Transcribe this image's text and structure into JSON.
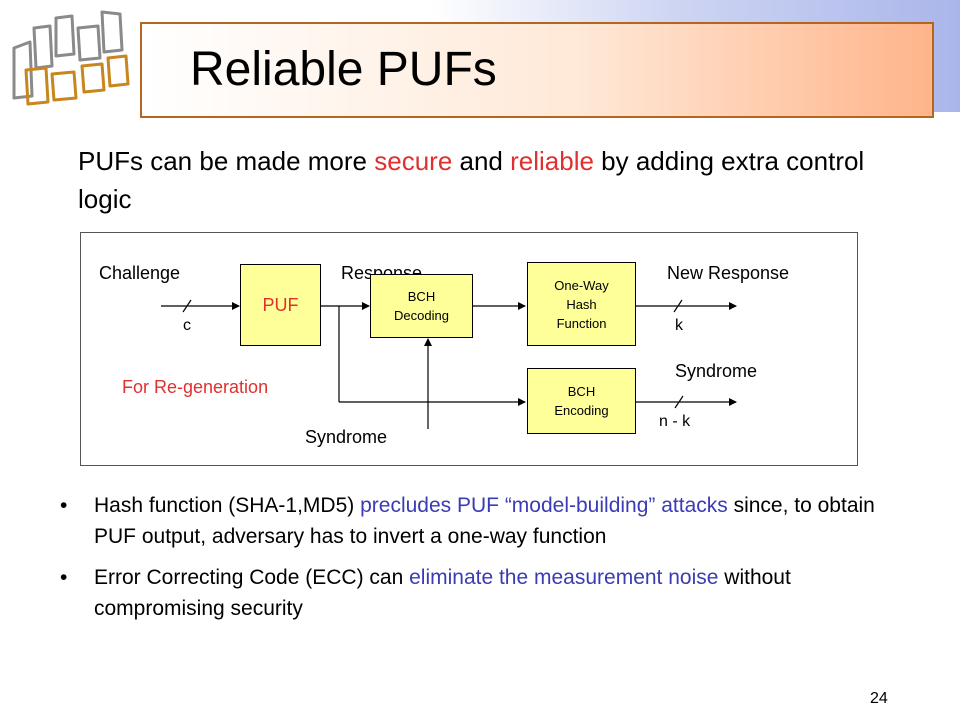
{
  "slide": {
    "title": "Reliable PUFs",
    "intro": {
      "p1": "PUFs can be made more ",
      "w1": "secure",
      "p2": " and ",
      "w2": "reliable",
      "p3": " by adding extra control logic"
    },
    "diagram": {
      "challenge": "Challenge",
      "response": "Response",
      "new_response": "New Response",
      "syndrome_out": "Syndrome",
      "syndrome_in": "Syndrome",
      "regen": "For Re-generation",
      "c": "c",
      "k": "k",
      "nk": "n - k",
      "puf": "PUF",
      "bch_dec": "BCH Decoding",
      "hash": "One-Way Hash Function",
      "bch_enc": "BCH Encoding"
    },
    "bullets": [
      {
        "p1": "Hash function (SHA-1,MD5) ",
        "h1": "precludes PUF “model-building” attacks",
        "p2": " since, to obtain PUF output, adversary has to invert a one-way function"
      },
      {
        "p1": "Error Correcting Code (ECC) can ",
        "h1": "eliminate the measurement noise",
        "p2": " without compromising security"
      }
    ],
    "bullet_char": "•",
    "page_number": "24",
    "colors": {
      "highlight_red": "#e03030",
      "highlight_blue": "#3b3bb5",
      "block_fill": "#ffff99",
      "title_border": "#b5651d"
    }
  }
}
